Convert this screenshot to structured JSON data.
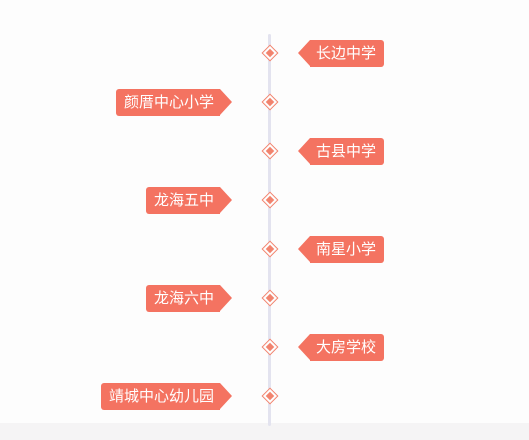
{
  "timeline": {
    "items": [
      {
        "label": "长边中学",
        "side": "right"
      },
      {
        "label": "颜厝中心小学",
        "side": "left"
      },
      {
        "label": "古县中学",
        "side": "right"
      },
      {
        "label": "龙海五中",
        "side": "left"
      },
      {
        "label": "南星小学",
        "side": "right"
      },
      {
        "label": "龙海六中",
        "side": "left"
      },
      {
        "label": "大房学校",
        "side": "right"
      },
      {
        "label": "靖城中心幼儿园",
        "side": "left"
      }
    ]
  },
  "colors": {
    "accent": "#f47361",
    "marker": "#f2836d",
    "axis": "#e3e3ef"
  }
}
